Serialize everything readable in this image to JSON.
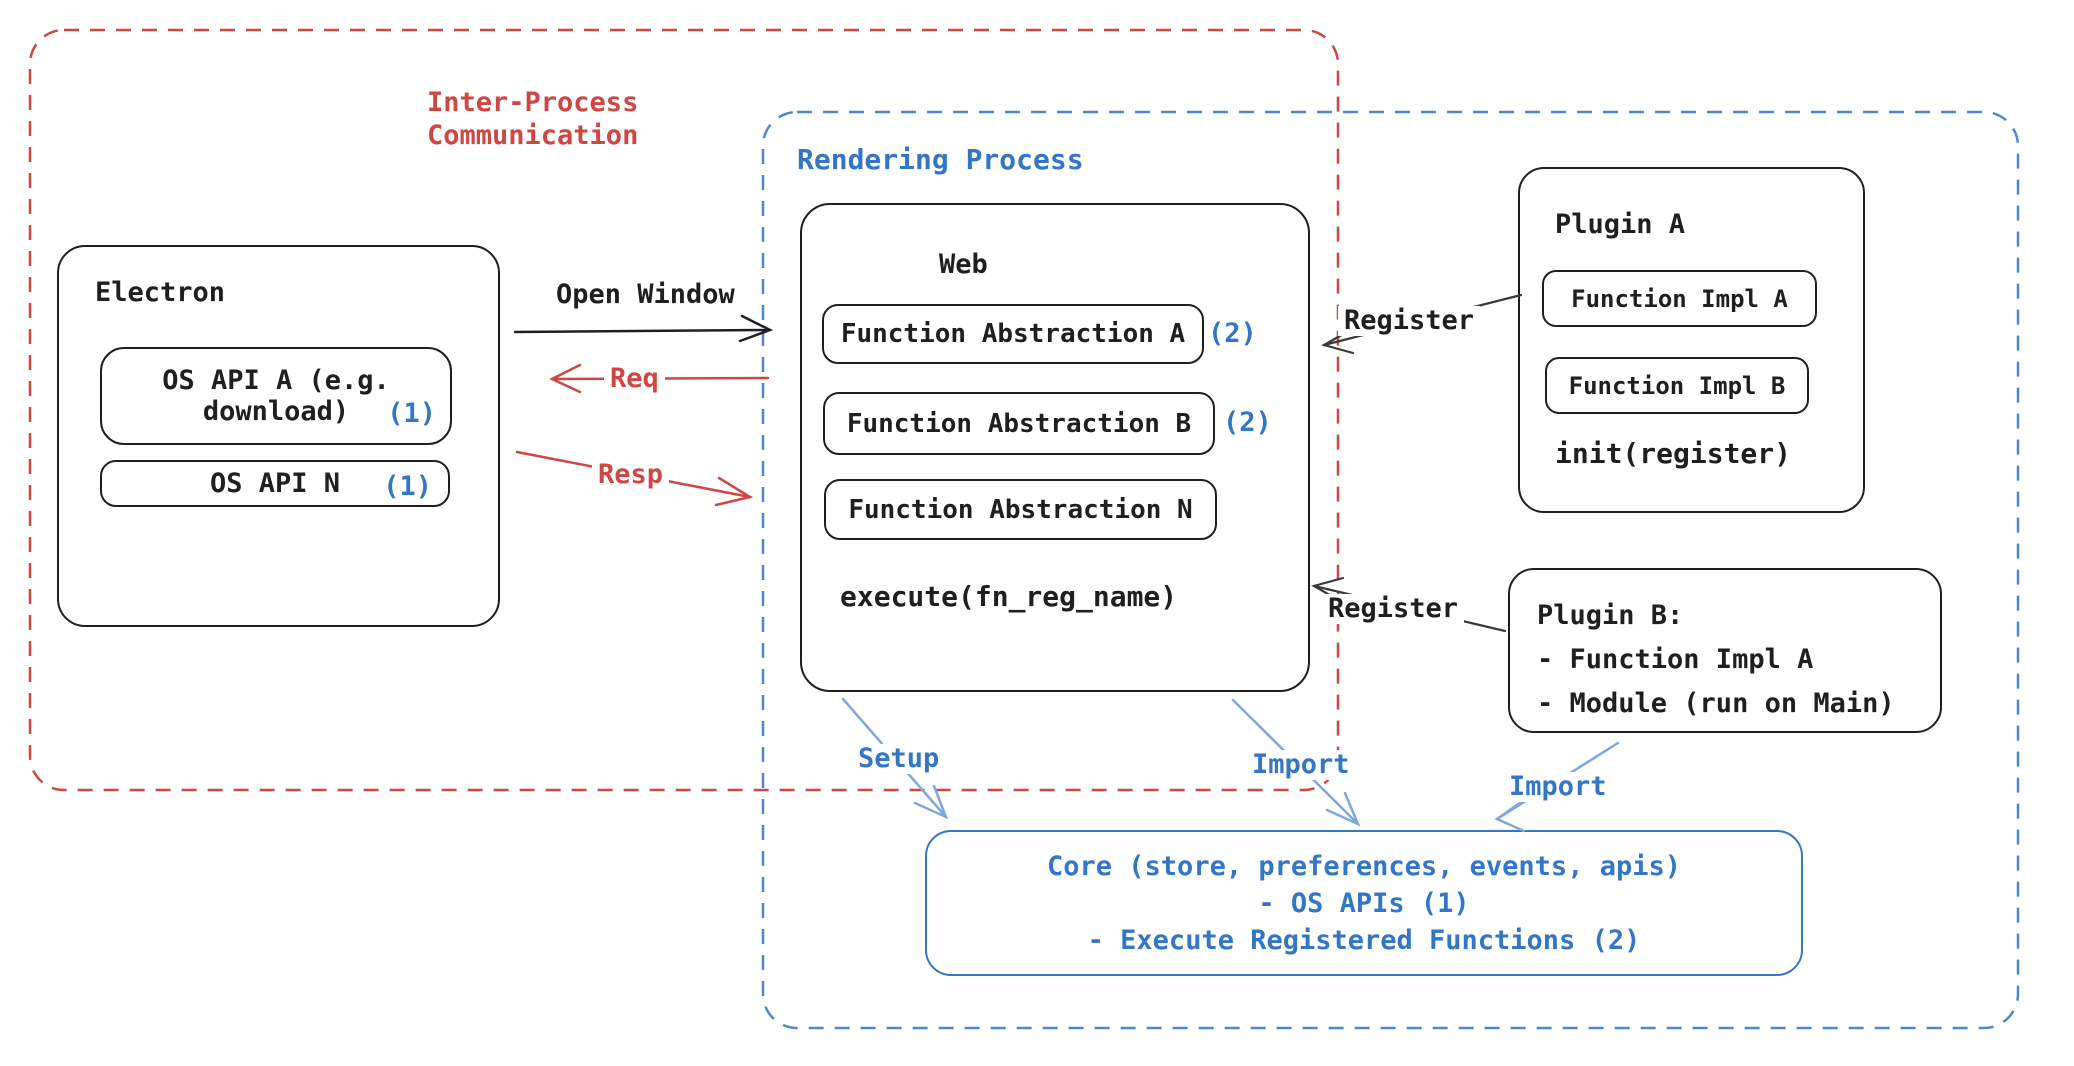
{
  "colors": {
    "red": "#cf4744",
    "blue_text": "#3276c5",
    "blue_arrow": "#7fa7dc",
    "blue_dash": "#4d87cf",
    "black": "#1f1f1f"
  },
  "ipc": {
    "line1": "Inter-Process",
    "line2": "Communication"
  },
  "electron": {
    "title": "Electron",
    "api_a": {
      "line1": "OS API A (e.g.",
      "line2": "download)",
      "badge": "(1)"
    },
    "api_n": {
      "label": "OS API N",
      "badge": "(1)"
    }
  },
  "arrows": {
    "open_window": "Open Window",
    "req": "Req",
    "resp": "Resp",
    "setup": "Setup",
    "import_mid": "Import",
    "import_right": "Import",
    "register_top": "Register",
    "register_bottom": "Register"
  },
  "rendering": {
    "label": "Rendering Process",
    "web": {
      "title": "Web",
      "items": [
        {
          "label": "Function Abstraction A",
          "badge": "(2)"
        },
        {
          "label": "Function Abstraction B",
          "badge": "(2)"
        },
        {
          "label": "Function Abstraction N",
          "badge": ""
        }
      ],
      "execute": "execute(fn_reg_name)"
    }
  },
  "plugin_a": {
    "title": "Plugin A",
    "impl_a": "Function Impl A",
    "impl_b": "Function Impl B",
    "init": "init(register)"
  },
  "plugin_b": {
    "title": "Plugin B:",
    "line1": "- Function Impl A",
    "line2": "- Module (run on Main)"
  },
  "core": {
    "line1": "Core (store, preferences, events, apis)",
    "line2": "- OS APIs (1)",
    "line3": "- Execute Registered Functions (2)"
  }
}
